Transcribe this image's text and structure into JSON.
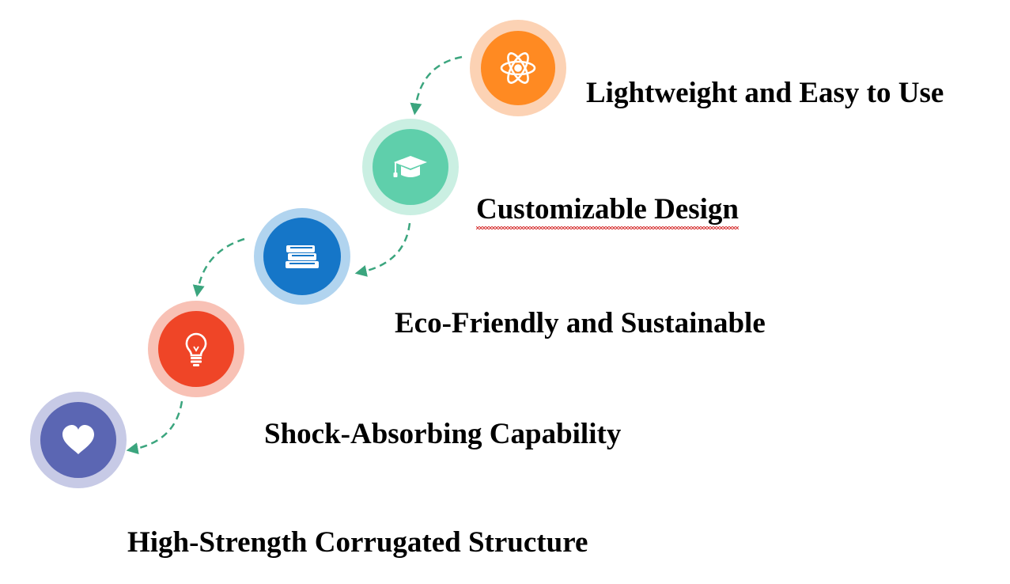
{
  "steps": [
    {
      "label": "Lightweight and Easy to Use",
      "icon": "atom-icon",
      "inner_color": "#ff8a22",
      "ring_color": "#fcd2b4"
    },
    {
      "label": "Customizable Design",
      "icon": "graduation-cap-icon",
      "inner_color": "#5fcfab",
      "ring_color": "#caefe2"
    },
    {
      "label": "Eco-Friendly and Sustainable",
      "icon": "books-icon",
      "inner_color": "#1576c8",
      "ring_color": "#b1d4ef"
    },
    {
      "label": "Shock-Absorbing Capability",
      "icon": "lightbulb-icon",
      "inner_color": "#ef4527",
      "ring_color": "#f8c1b5"
    },
    {
      "label": "High-Strength Corrugated Structure",
      "icon": "heart-icon",
      "inner_color": "#5b66b3",
      "ring_color": "#c7cae6"
    }
  ],
  "connector_color": "#3ba57e"
}
